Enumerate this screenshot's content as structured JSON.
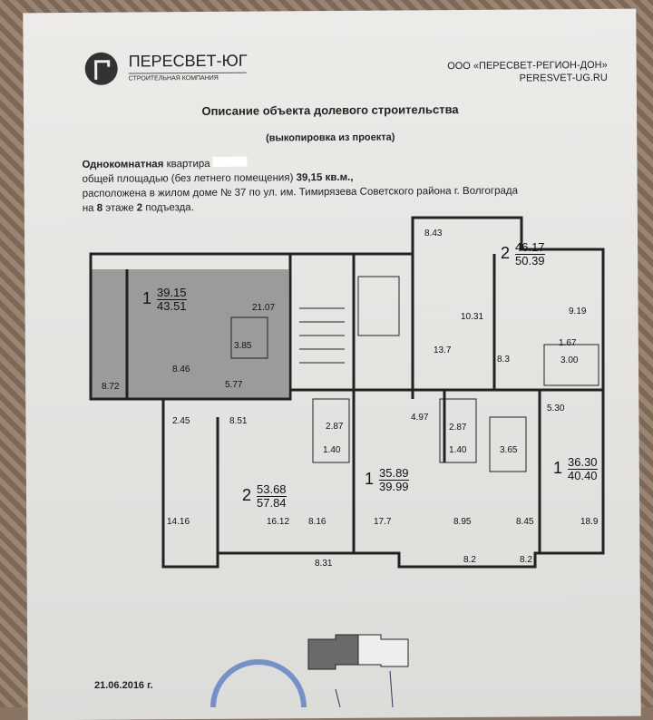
{
  "header": {
    "company_name": "ПЕРЕСВЕТ-ЮГ",
    "company_sub": "СТРОИТЕЛЬНАЯ КОМПАНИЯ",
    "org": "ООО «ПЕРЕСВЕТ-РЕГИОН-ДОН»",
    "site": "PERESVET-UG.RU"
  },
  "title": "Описание объекта долевого строительства",
  "subtitle": "(выкопировка из проекта)",
  "description": {
    "type_bold": "Однокомнатная",
    "type_rest": " квартира",
    "line2_a": "общей площадью (без летнего помещения) ",
    "line2_b": "39,15 кв.м.,",
    "line3": "расположена в жилом доме  № 37 по ул. им. Тимирязева Советского  района г. Волгограда",
    "line4_a": "на ",
    "floor": "8",
    "line4_b": " этаже ",
    "entrance": "2",
    "line4_c": " подъезда."
  },
  "plan": {
    "apartments": [
      {
        "rooms": "1",
        "living": "39.15",
        "total": "43.51"
      },
      {
        "rooms": "2",
        "living": "46.17",
        "total": "50.39"
      },
      {
        "rooms": "2",
        "living": "53.68",
        "total": "57.84"
      },
      {
        "rooms": "1",
        "living": "35.89",
        "total": "39.99"
      },
      {
        "rooms": "1",
        "living": "36.30",
        "total": "40.40"
      }
    ],
    "labels": [
      "21.07",
      "3.85",
      "8.46",
      "5.77",
      "8.72",
      "8.43",
      "10.31",
      "9.19",
      "1.67",
      "3.00",
      "13.7",
      "8.3",
      "2.45",
      "8.51",
      "2.87",
      "1.40",
      "4.97",
      "2.87",
      "1.40",
      "5.30",
      "3.65",
      "14.16",
      "16.12",
      "8.16",
      "17.7",
      "8.95",
      "8.45",
      "18.9",
      "8.31",
      "8.2",
      "8.2"
    ]
  },
  "date": "21.06.2016 г."
}
